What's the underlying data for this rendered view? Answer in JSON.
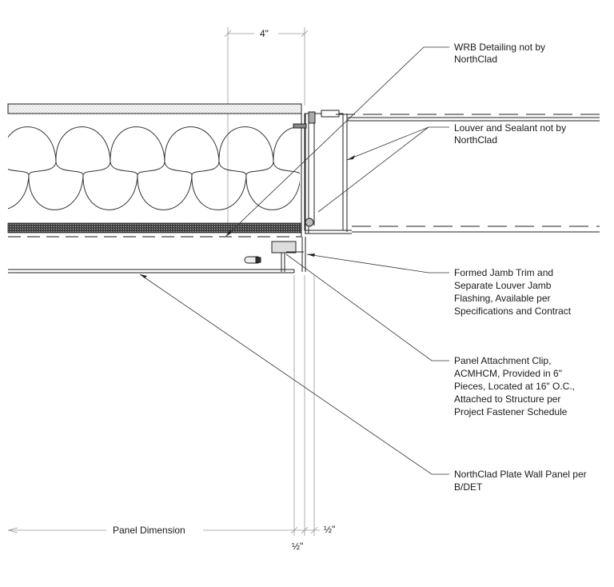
{
  "drawing": {
    "title": "Louver Jamb Detail",
    "dimensions": {
      "top": "4\"",
      "panel": "Panel Dimension",
      "half_right": "½\"",
      "half_bottom": "½\""
    },
    "callouts": [
      {
        "id": "wrb",
        "lines": [
          "WRB Detailing not by",
          "NorthClad"
        ]
      },
      {
        "id": "louver",
        "lines": [
          "Louver and Sealant not by",
          "NorthClad"
        ]
      },
      {
        "id": "jamb-trim",
        "lines": [
          "Formed Jamb Trim and",
          "Separate Louver Jamb",
          "Flashing, Available per",
          "Specifications and Contract"
        ]
      },
      {
        "id": "clip",
        "lines": [
          "Panel Attachment Clip,",
          "ACMHCM, Provided in 6\"",
          "Pieces, Located at 16\" O.C.,",
          "Attached to Structure per",
          "Project Fastener Schedule"
        ]
      },
      {
        "id": "panel",
        "lines": [
          "NorthClad Plate Wall Panel per",
          "B/DET"
        ]
      }
    ],
    "colors": {
      "line": "#2a2a2a",
      "light": "#8a8a8a",
      "text": "#1a1a1a"
    }
  }
}
